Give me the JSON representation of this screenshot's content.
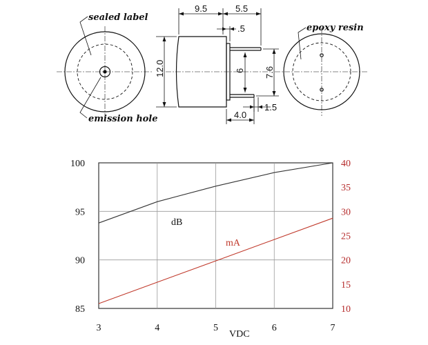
{
  "drawing": {
    "labels": {
      "sealed_label": "sealed label",
      "emission_hole": "emission hole",
      "epoxy_resin": "epoxy resin"
    },
    "dimensions": {
      "body_length": "9.5",
      "pin_length": "5.5",
      "pin_step": ".5",
      "diameter": "12.0",
      "pin_diameter": "6",
      "pin_spacing": "7.6",
      "pin_offset": "1.5",
      "pin_base": "4.0"
    }
  },
  "chart_data": {
    "type": "line",
    "x": [
      3,
      4,
      5,
      6,
      7
    ],
    "xlabel": "VDC",
    "xlim": [
      3,
      7
    ],
    "xticks": [
      "3",
      "4",
      "5",
      "6",
      "7"
    ],
    "ylim": [
      85,
      100
    ],
    "yticks": [
      "85",
      "90",
      "95",
      "100"
    ],
    "y2lim": [
      10,
      40
    ],
    "y2ticks": [
      "10",
      "15",
      "20",
      "25",
      "30",
      "35",
      "40"
    ],
    "grid": true,
    "series": [
      {
        "name": "dB",
        "axis": "left",
        "color": "#333333",
        "values": [
          93.8,
          96.0,
          97.6,
          99.0,
          100.0
        ]
      },
      {
        "name": "mA",
        "axis": "right",
        "color": "#c0392b",
        "values": [
          11.0,
          15.4,
          19.8,
          24.2,
          28.6
        ]
      }
    ]
  }
}
